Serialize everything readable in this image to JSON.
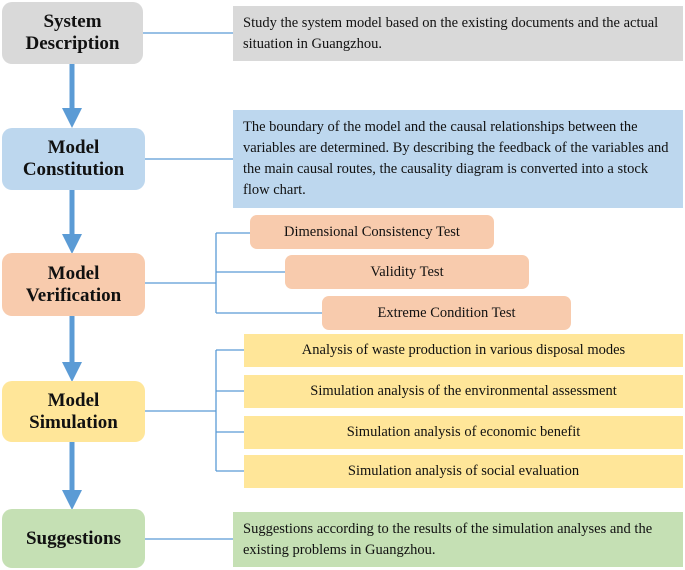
{
  "colors": {
    "gray": "#d9d9d9",
    "blue": "#bdd7ee",
    "orange": "#f8cbad",
    "yellow": "#ffe699",
    "green": "#c5e0b4",
    "connector": "#5b9bd5"
  },
  "stages": [
    {
      "title_line1": "System",
      "title_line2": "Description",
      "description": "Study the system model based on the existing documents and the actual situation in Guangzhou."
    },
    {
      "title_line1": "Model",
      "title_line2": "Constitution",
      "description": "The boundary of the model and the causal relationships between the variables are determined. By describing the feedback of the variables and the main causal routes, the causality diagram is converted into a stock flow chart."
    },
    {
      "title_line1": "Model",
      "title_line2": "Verification",
      "items": [
        "Dimensional Consistency Test",
        "Validity Test",
        "Extreme Condition Test"
      ]
    },
    {
      "title_line1": "Model",
      "title_line2": "Simulation",
      "items": [
        "Analysis of waste production in various disposal modes",
        "Simulation analysis of the environmental assessment",
        "Simulation analysis of economic benefit",
        "Simulation analysis of social evaluation"
      ]
    },
    {
      "title_line1": "Suggestions",
      "title_line2": "",
      "description": "Suggestions according to the results of the simulation analyses and the existing problems in Guangzhou."
    }
  ]
}
